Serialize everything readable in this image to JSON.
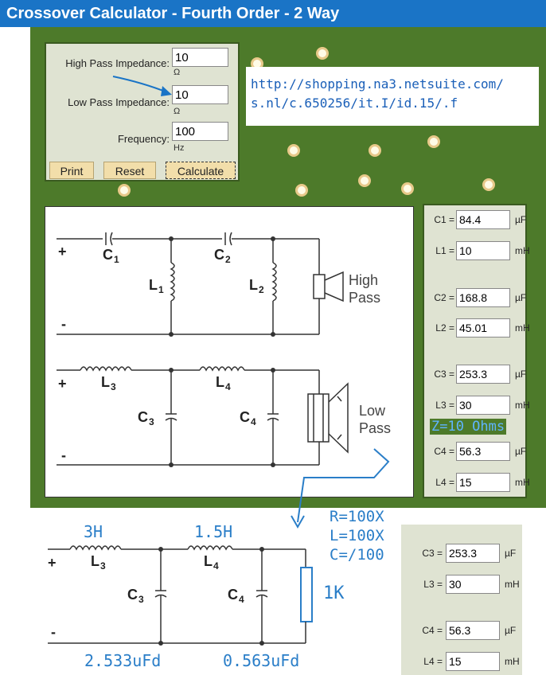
{
  "title": "Crossover Calculator - Fourth Order - 2 Way",
  "form": {
    "high_label": "High Pass Impedance:",
    "high_value": "10",
    "high_unit": "Ω",
    "low_label": "Low Pass Impedance:",
    "low_value": "10",
    "low_unit": "Ω",
    "freq_label": "Frequency:",
    "freq_value": "100",
    "freq_unit": "Hz",
    "print": "Print",
    "reset": "Reset",
    "calculate": "Calculate"
  },
  "url": {
    "line1": "http://shopping.na3.netsuite.com/",
    "line2": "s.nl/c.650256/it.I/id.15/.f"
  },
  "schematic": {
    "plus": "+",
    "minus": "-",
    "c1": "C",
    "c1s": "1",
    "c2": "C",
    "c2s": "2",
    "l1": "L",
    "l1s": "1",
    "l2": "L",
    "l2s": "2",
    "l3": "L",
    "l3s": "3",
    "l4": "L",
    "l4s": "4",
    "c3": "C",
    "c3s": "3",
    "c4": "C",
    "c4s": "4",
    "high_pass": [
      "High",
      "Pass"
    ],
    "low_pass": [
      "Low",
      "Pass"
    ]
  },
  "results": [
    {
      "name": "C1 =",
      "value": "84.4",
      "unit": "µF"
    },
    {
      "name": "L1 =",
      "value": "10",
      "unit": "mH"
    },
    {
      "name": "C2 =",
      "value": "168.8",
      "unit": "µF"
    },
    {
      "name": "L2 =",
      "value": "45.01",
      "unit": "mH"
    },
    {
      "name": "C3 =",
      "value": "253.3",
      "unit": "µF"
    },
    {
      "name": "L3 =",
      "value": "30",
      "unit": "mH"
    },
    {
      "name": "C4 =",
      "value": "56.3",
      "unit": "µF"
    },
    {
      "name": "L4 =",
      "value": "15",
      "unit": "mH"
    }
  ],
  "results2": [
    {
      "name": "C3 =",
      "value": "253.3",
      "unit": "µF"
    },
    {
      "name": "L3 =",
      "value": "30",
      "unit": "mH"
    },
    {
      "name": "C4 =",
      "value": "56.3",
      "unit": "µF"
    },
    {
      "name": "L4 =",
      "value": "15",
      "unit": "mH"
    }
  ],
  "annotations": {
    "z": "Z=10 Ohms",
    "scale": [
      "R=100X",
      "L=100X",
      "C=/100"
    ],
    "l3_val": "3H",
    "l4_val": "1.5H",
    "c3_val": "2.533uFd",
    "c4_val": "0.563uFd",
    "resistor": "1K"
  },
  "colors": {
    "title_bar": "#1a74c6",
    "board": "#4d7a2a",
    "panel": "#dfe3d2",
    "button": "#f2deaa",
    "annotation": "#2a7ec8"
  }
}
